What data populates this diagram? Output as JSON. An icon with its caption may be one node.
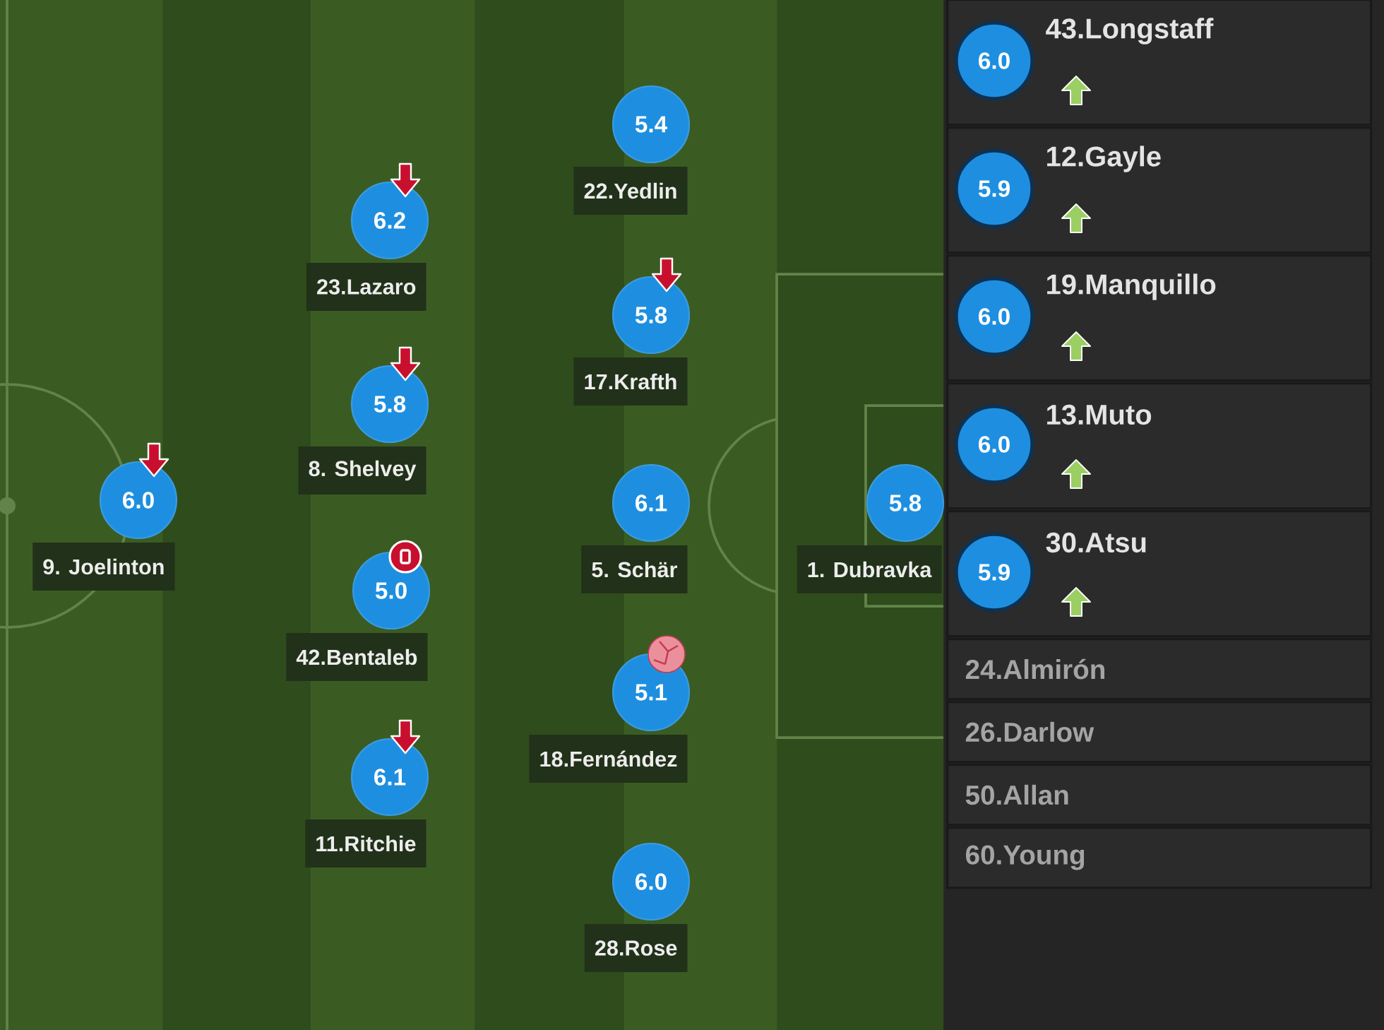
{
  "diagram": {
    "nodes": [
      {
        "text": [
          "6.0"
        ],
        "beside": [
          "9. Joelinton"
        ]
      },
      {
        "text": [
          "6.2"
        ],
        "beside": [
          "23.Lazaro"
        ]
      },
      {
        "text": [
          "5.8"
        ],
        "beside": [
          "8. Shelvey"
        ]
      },
      {
        "text": [
          "5.0"
        ],
        "beside": [
          "42.Bentaleb"
        ]
      },
      {
        "text": [
          "6.1"
        ],
        "beside": [
          "11.Ritchie"
        ]
      },
      {
        "text": [
          "5.4"
        ],
        "beside": [
          "22.Yedlin"
        ]
      },
      {
        "text": [
          "5.8"
        ],
        "beside": [
          "17.Krafth"
        ]
      },
      {
        "text": [
          "6.1"
        ],
        "beside": [
          "5. Schär"
        ]
      },
      {
        "text": [
          "5.1"
        ],
        "beside": [
          "18.Fernández"
        ]
      },
      {
        "text": [
          "6.0"
        ],
        "beside": [
          "28.Rose"
        ]
      },
      {
        "text": [
          "5.8"
        ],
        "beside": [
          "1. Dubravka"
        ]
      },
      {
        "text": [
          "43.Longstaff"
        ]
      },
      {
        "text": [
          "6.0"
        ],
        "in": 11
      },
      {
        "text": [
          "12.Gayle"
        ]
      },
      {
        "text": [
          "5.9"
        ],
        "in": 13
      },
      {
        "text": [
          "19.Manquillo"
        ]
      },
      {
        "text": [
          "6.0"
        ],
        "in": 15
      },
      {
        "text": [
          "13.Muto"
        ]
      },
      {
        "text": [
          "6.0"
        ],
        "in": 17
      },
      {
        "text": [
          "30.Atsu"
        ]
      },
      {
        "text": [
          "5.9"
        ],
        "in": 19
      },
      {
        "text": [
          "24.Almirón"
        ]
      },
      {
        "text": [
          "26.Darlow"
        ]
      },
      {
        "text": [
          "50.Allan"
        ]
      },
      {
        "text": [
          "60.Young"
        ]
      }
    ]
  }
}
